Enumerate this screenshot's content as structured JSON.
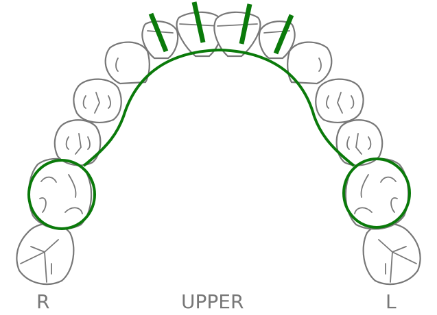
{
  "labels": {
    "right": "R",
    "arch": "UPPER",
    "left": "L"
  },
  "colors": {
    "tooth_outline": "#777777",
    "appliance": "#0a7a0a"
  },
  "teeth_count": 14
}
